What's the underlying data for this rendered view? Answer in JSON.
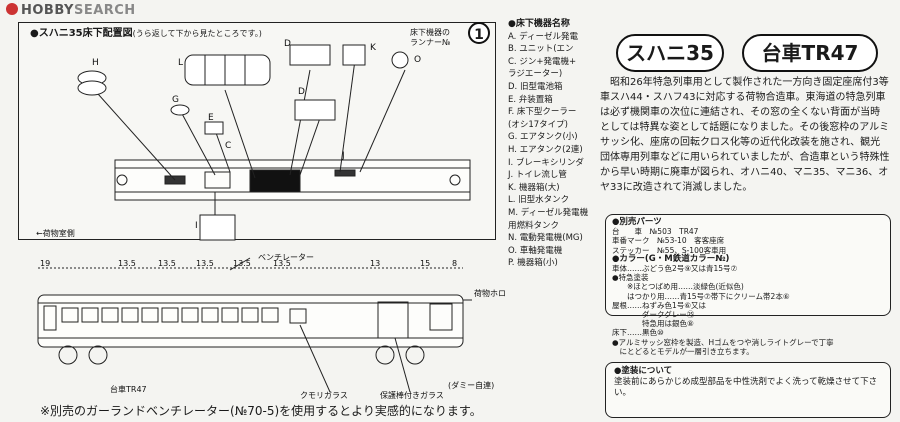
{
  "watermark": {
    "brand": "HOBBY",
    "suffix": "SEARCH"
  },
  "underfloor": {
    "title": "●スハニ35床下配置図",
    "subtitle": "(うら返して下から見たところです。)",
    "runner_note": [
      "床下機器の",
      "ランナー№"
    ],
    "circle_number": "1",
    "left_label": "←荷物室側",
    "part_letters": [
      "H",
      "L",
      "D",
      "K",
      "O",
      "D",
      "G",
      "E",
      "C",
      "J",
      "I"
    ]
  },
  "parts_list": {
    "heading": "●床下機器名称",
    "items": [
      "A. ディーゼル発電",
      "B. ユニット(エン",
      "C. ジン+発電機+",
      "   ラジエーター)",
      "D. 旧型電池箱",
      "E. 弁装置箱",
      "F. 床下型クーラー",
      "   (オシ17タイプ)",
      "G. エアタンク(小)",
      "H. エアタンク(2連)",
      "I. ブレーキシリンダ",
      "J. トイレ流し管",
      "K. 機器箱(大)",
      "L. 旧型水タンク",
      "M. ディーゼル発電機",
      "   用燃料タンク",
      "N. 電動発電機(MG)",
      "O. 車軸発電機",
      "P. 機器箱(小)"
    ]
  },
  "titles": {
    "car": "スハニ35",
    "bogie": "台車TR47"
  },
  "description": "昭和26年特急列車用として製作された一方向き固定座席付3等車スハ44・スハフ43に対応する荷物合造車。東海道の特急列車は必ず機関車の次位に連結され、その窓の全くない背面が当時としては特異な姿として話題になりました。その後窓枠のアルミサッシ化、座席の回転クロス化等の近代化改装を施され、観光団体専用列車などに用いられていましたが、合造車という特殊性から早い時期に廃車が図られ、オハニ40、マニ35、マニ36、オヤ33に改造されて消滅しました。",
  "side_view": {
    "ventilator_label": "ベンチレーター",
    "dims_left": [
      "19",
      "13.5",
      "13.5",
      "13.5",
      "13.5",
      "13.5"
    ],
    "dims_right": [
      "13",
      "15",
      "8"
    ],
    "luggage_label": "荷物ホロ",
    "dummy_label": "(ダミー自連)",
    "bogie_label": "台車TR47",
    "frosted_label": "クモリガラス",
    "protected_label": "保護棒付きガラス"
  },
  "spec": {
    "parts_head": "●別売パーツ",
    "parts_rows": [
      "台　　車　№503　TR47",
      "車番マーク　№53-10　客客座席",
      "ステッカー　№55、S-100客車用"
    ],
    "color_head": "●カラー(G・M鉄道カラー№)",
    "color_rows": [
      "車体……ぶどう色2号⑨又は青15号⑦",
      "●特急塗装",
      "　　※ほとつばめ用……淡緑色(近似色)",
      "　　はつかり用……青15号⑦帯下にクリーム帯2本⑥",
      "屋根……ねずみ色1号⑥又は",
      "　　　　ダークグレー㉕",
      "　　　　特急用は銀色⑧",
      "床下……黒色⑩",
      "●アルミサッシ窓枠を製造、Hゴムをつや消しライトグレーで丁寧",
      "　にとどるとモデルが一層引き立ちます。"
    ]
  },
  "note": {
    "head": "●塗装について",
    "text": "塗装前にあらかじめ成型部品を中性洗剤でよく洗って乾燥させて下さい。"
  },
  "bottom_note": "※別売のガーランドベンチレーター(№70-5)を使用するとより実感的になります。"
}
